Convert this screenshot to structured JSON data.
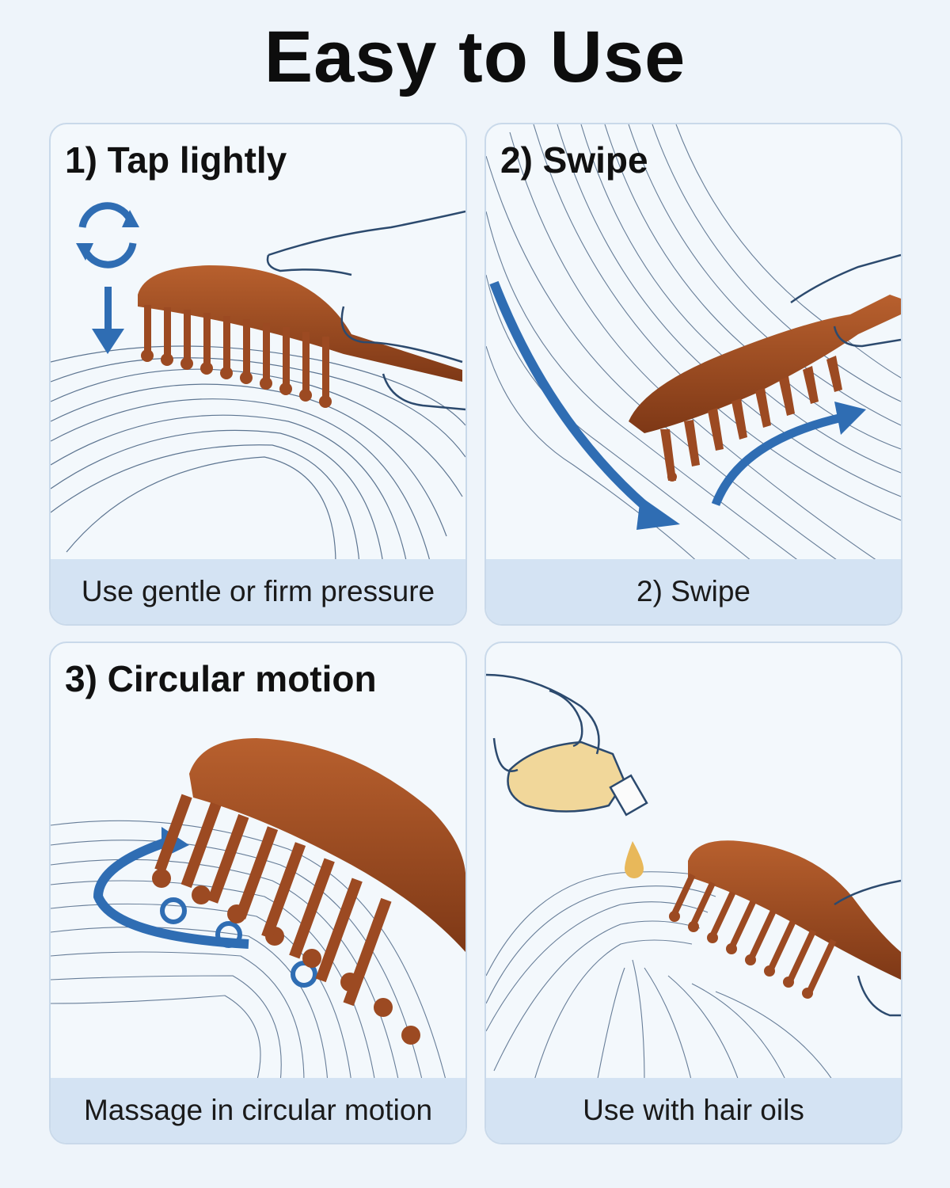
{
  "title": "Easy to Use",
  "panels": [
    {
      "heading": "1) Tap lightly",
      "caption": "Use gentle or firm pressure"
    },
    {
      "heading": "2) Swipe",
      "caption": "2) Swipe"
    },
    {
      "heading": "3) Circular motion",
      "caption": "Massage in circular motion"
    },
    {
      "heading": "",
      "caption": "Use with hair oils"
    }
  ],
  "colors": {
    "wood": "#9c4a22",
    "arrow": "#2f6db3",
    "hair_line": "#2c4a6e",
    "caption_bg": "#d4e3f3",
    "oil": "#e8b85a"
  }
}
